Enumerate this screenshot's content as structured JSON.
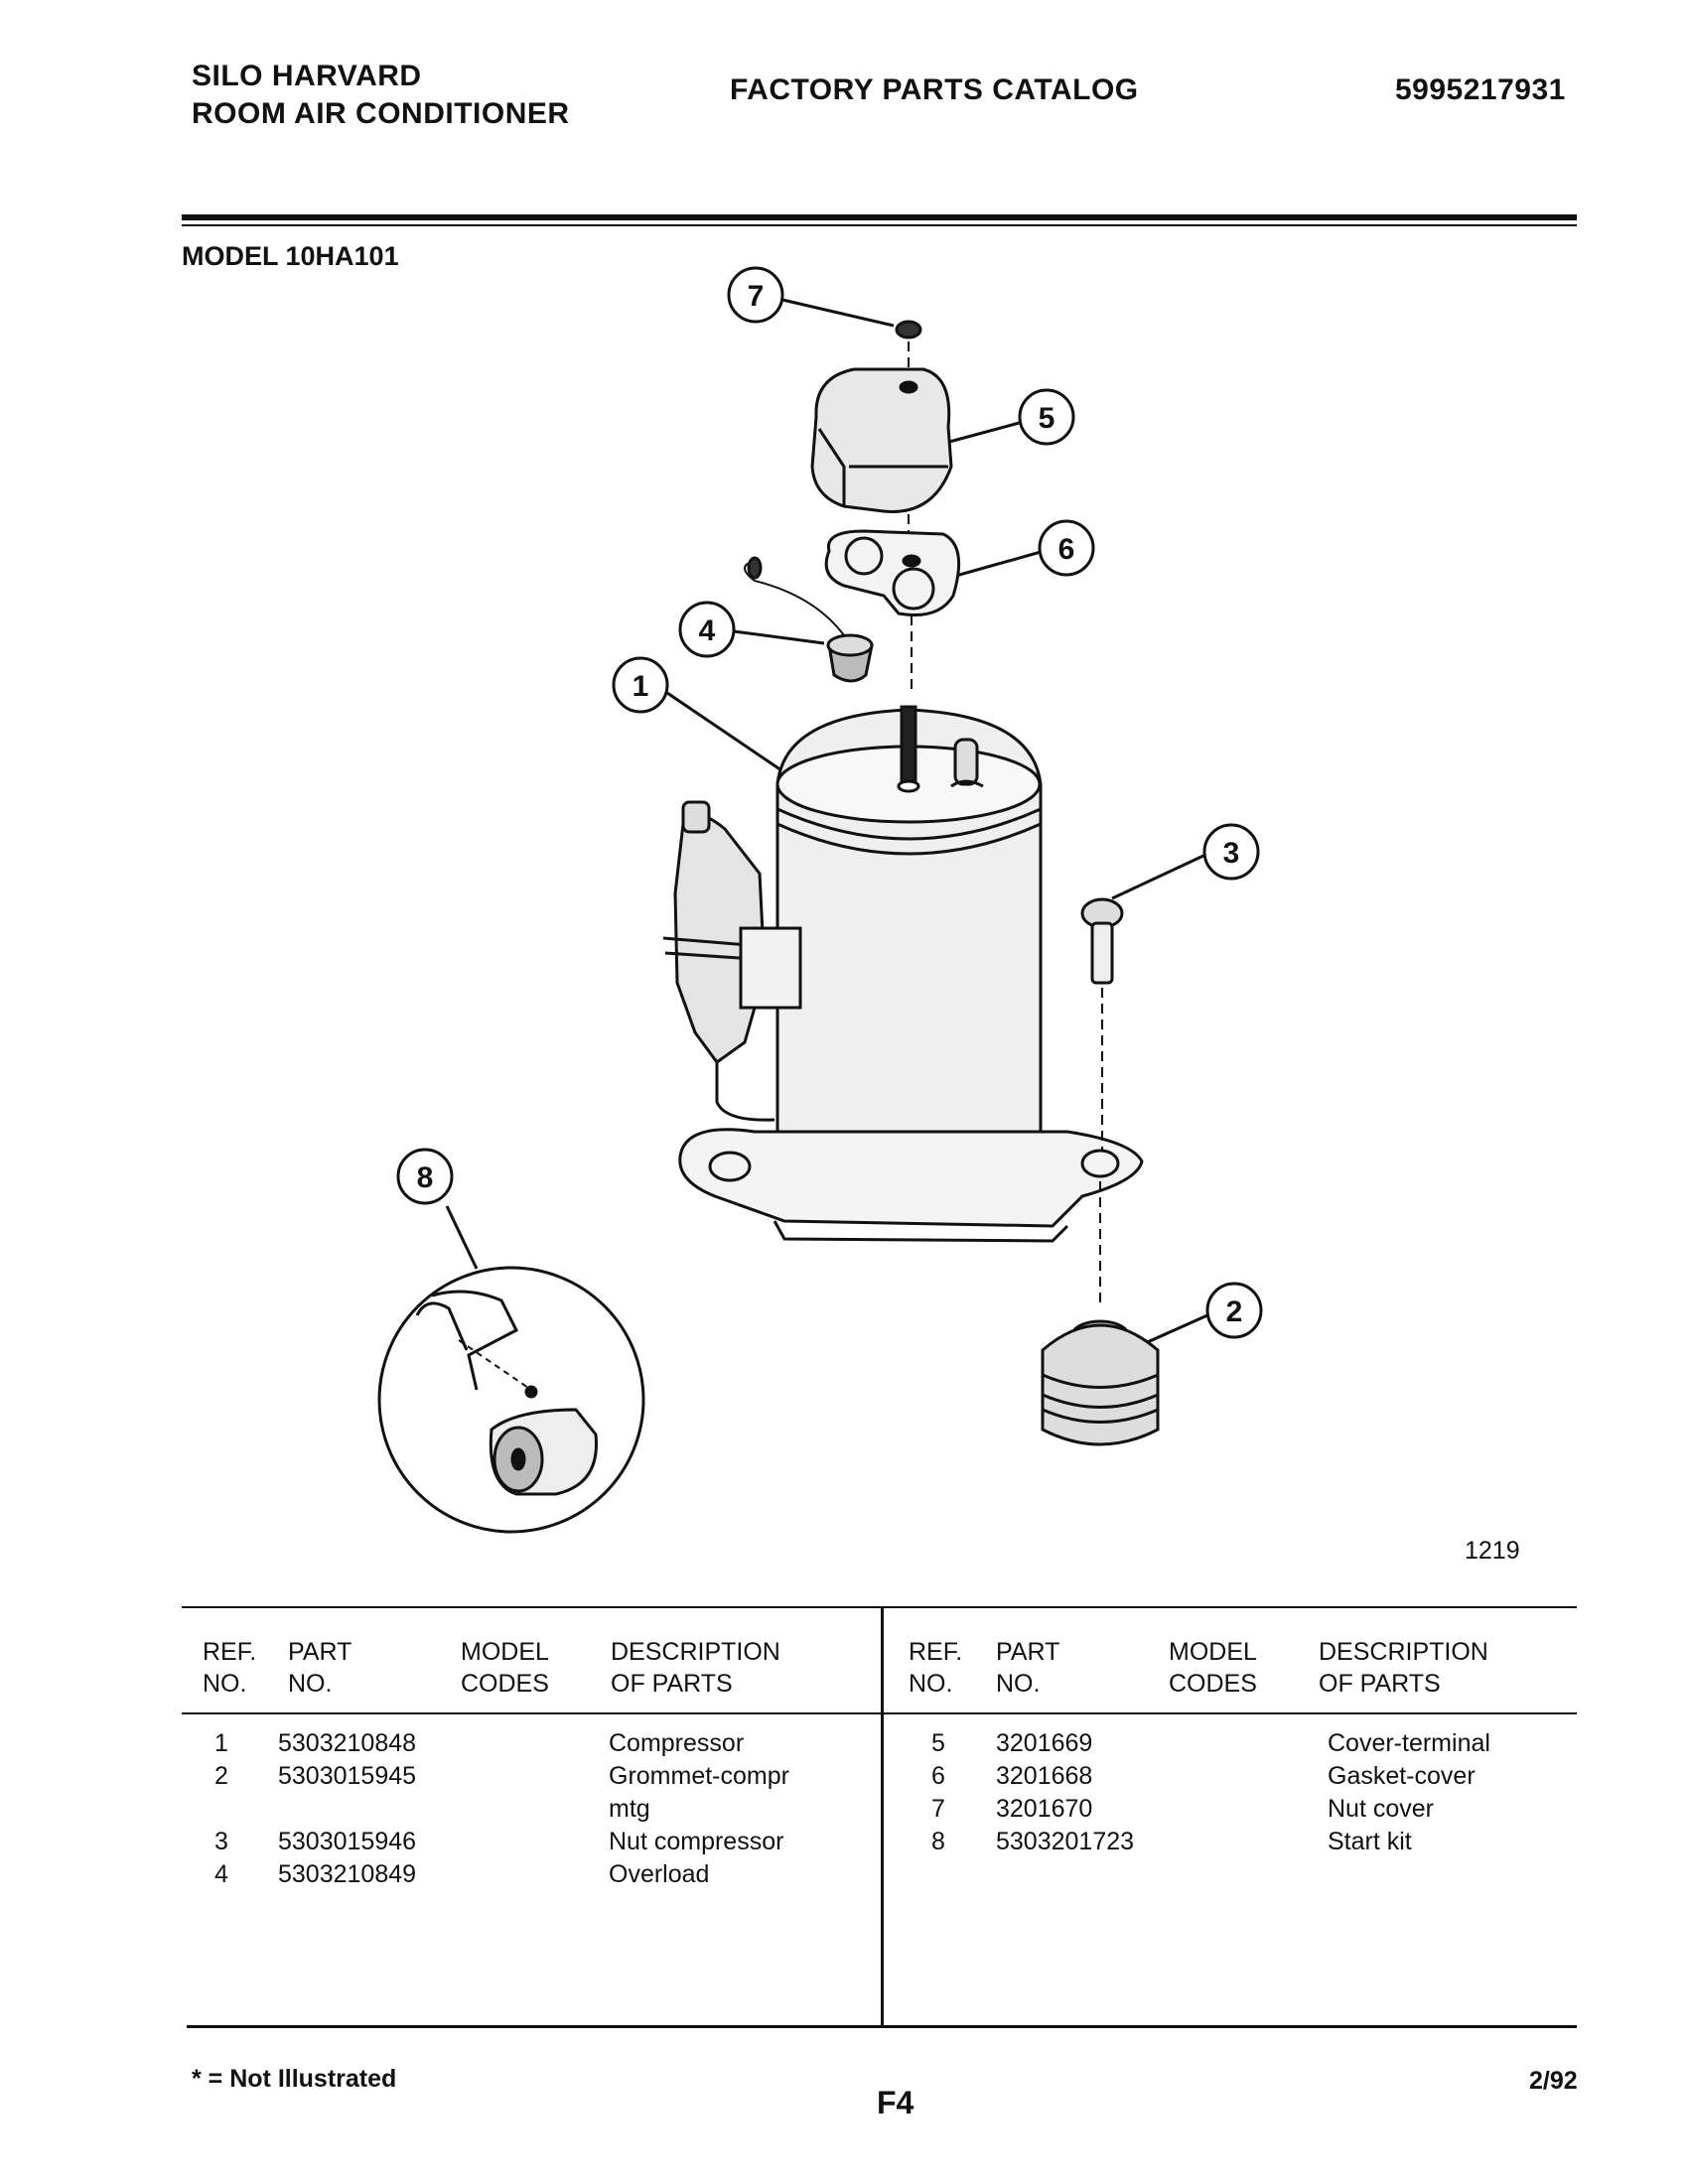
{
  "header": {
    "left_line1": "SILO HARVARD",
    "left_line2": "ROOM AIR CONDITIONER",
    "center": "FACTORY PARTS CATALOG",
    "right": "5995217931"
  },
  "model_label": "MODEL 10HA101",
  "diagram": {
    "callouts": [
      "1",
      "2",
      "3",
      "4",
      "5",
      "6",
      "7",
      "8"
    ],
    "figure_number": "1219"
  },
  "table": {
    "headers": {
      "ref_no": [
        "REF.",
        "NO."
      ],
      "part_no": [
        "PART",
        "NO."
      ],
      "model_codes": [
        "MODEL",
        "CODES"
      ],
      "description": [
        "DESCRIPTION",
        "OF PARTS"
      ]
    },
    "left_rows": [
      {
        "ref": "1",
        "part": "5303210848",
        "desc": "Compressor"
      },
      {
        "ref": "2",
        "part": "5303015945",
        "desc": "Grommet-compr",
        "desc2": "mtg"
      },
      {
        "ref": "3",
        "part": "5303015946",
        "desc": "Nut compressor"
      },
      {
        "ref": "4",
        "part": "5303210849",
        "desc": "Overload"
      }
    ],
    "right_rows": [
      {
        "ref": "5",
        "part": "3201669",
        "desc": "Cover-terminal"
      },
      {
        "ref": "6",
        "part": "3201668",
        "desc": "Gasket-cover"
      },
      {
        "ref": "7",
        "part": "3201670",
        "desc": "Nut cover"
      },
      {
        "ref": "8",
        "part": "5303201723",
        "desc": "Start kit"
      }
    ]
  },
  "footer": {
    "note": "* = Not Illustrated",
    "page": "F4",
    "date": "2/92"
  }
}
